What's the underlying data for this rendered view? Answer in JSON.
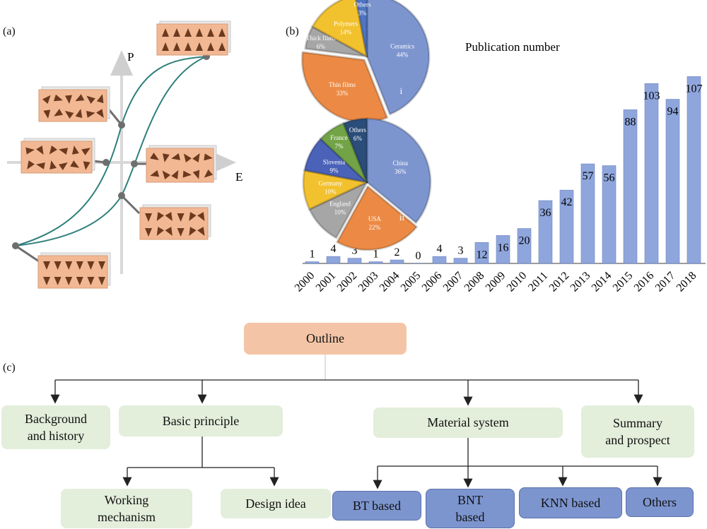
{
  "panel_labels": {
    "a": "(a)",
    "b": "(b)",
    "c": "(c)"
  },
  "panel_a": {
    "y_axis_label": "P",
    "x_axis_label": "E"
  },
  "chart_data": [
    {
      "type": "bar",
      "title": "Publication number",
      "categories": [
        "2000",
        "2001",
        "2002",
        "2003",
        "2004",
        "2005",
        "2006",
        "2007",
        "2008",
        "2009",
        "2010",
        "2011",
        "2012",
        "2013",
        "2014",
        "2015",
        "2016",
        "2017",
        "2018"
      ],
      "values": [
        1,
        4,
        3,
        1,
        2,
        0,
        4,
        3,
        12,
        16,
        20,
        36,
        42,
        57,
        56,
        88,
        103,
        94,
        107
      ],
      "ylim": [
        0,
        110
      ],
      "bar_color": "#8fa6dd"
    },
    {
      "type": "pie",
      "label": "i",
      "slices": [
        {
          "name": "Ceramics",
          "pct": "44%",
          "value": 44,
          "color": "#7d95cf"
        },
        {
          "name": "Thin films",
          "pct": "33%",
          "value": 33,
          "color": "#ec8a45"
        },
        {
          "name": "Thick films",
          "pct": "6%",
          "value": 6,
          "color": "#a6a6a6"
        },
        {
          "name": "Polymers",
          "pct": "14%",
          "value": 14,
          "color": "#f2c12e"
        },
        {
          "name": "Others",
          "pct": "3%",
          "value": 3,
          "color": "#4f75c4"
        }
      ]
    },
    {
      "type": "pie",
      "label": "ii",
      "slices": [
        {
          "name": "China",
          "pct": "36%",
          "value": 36,
          "color": "#7d95cf"
        },
        {
          "name": "USA",
          "pct": "22%",
          "value": 22,
          "color": "#ec8a45"
        },
        {
          "name": "England",
          "pct": "10%",
          "value": 10,
          "color": "#a6a6a6"
        },
        {
          "name": "Germany",
          "pct": "10%",
          "value": 10,
          "color": "#f2c12e"
        },
        {
          "name": "Slovenia",
          "pct": "9%",
          "value": 9,
          "color": "#4a62b8"
        },
        {
          "name": "France",
          "pct": "7%",
          "value": 7,
          "color": "#72a447"
        },
        {
          "name": "Others",
          "pct": "6%",
          "value": 6,
          "color": "#2a4d7a"
        }
      ]
    }
  ],
  "outline": {
    "root": "Outline",
    "level1": [
      "Background\nand history",
      "Basic principle",
      "Material system",
      "Summary\nand prospect"
    ],
    "principle_children": [
      "Working\nmechanism",
      "Design idea"
    ],
    "material_children": [
      "BT based",
      "BNT\nbased",
      "KNN based",
      "Others"
    ]
  }
}
